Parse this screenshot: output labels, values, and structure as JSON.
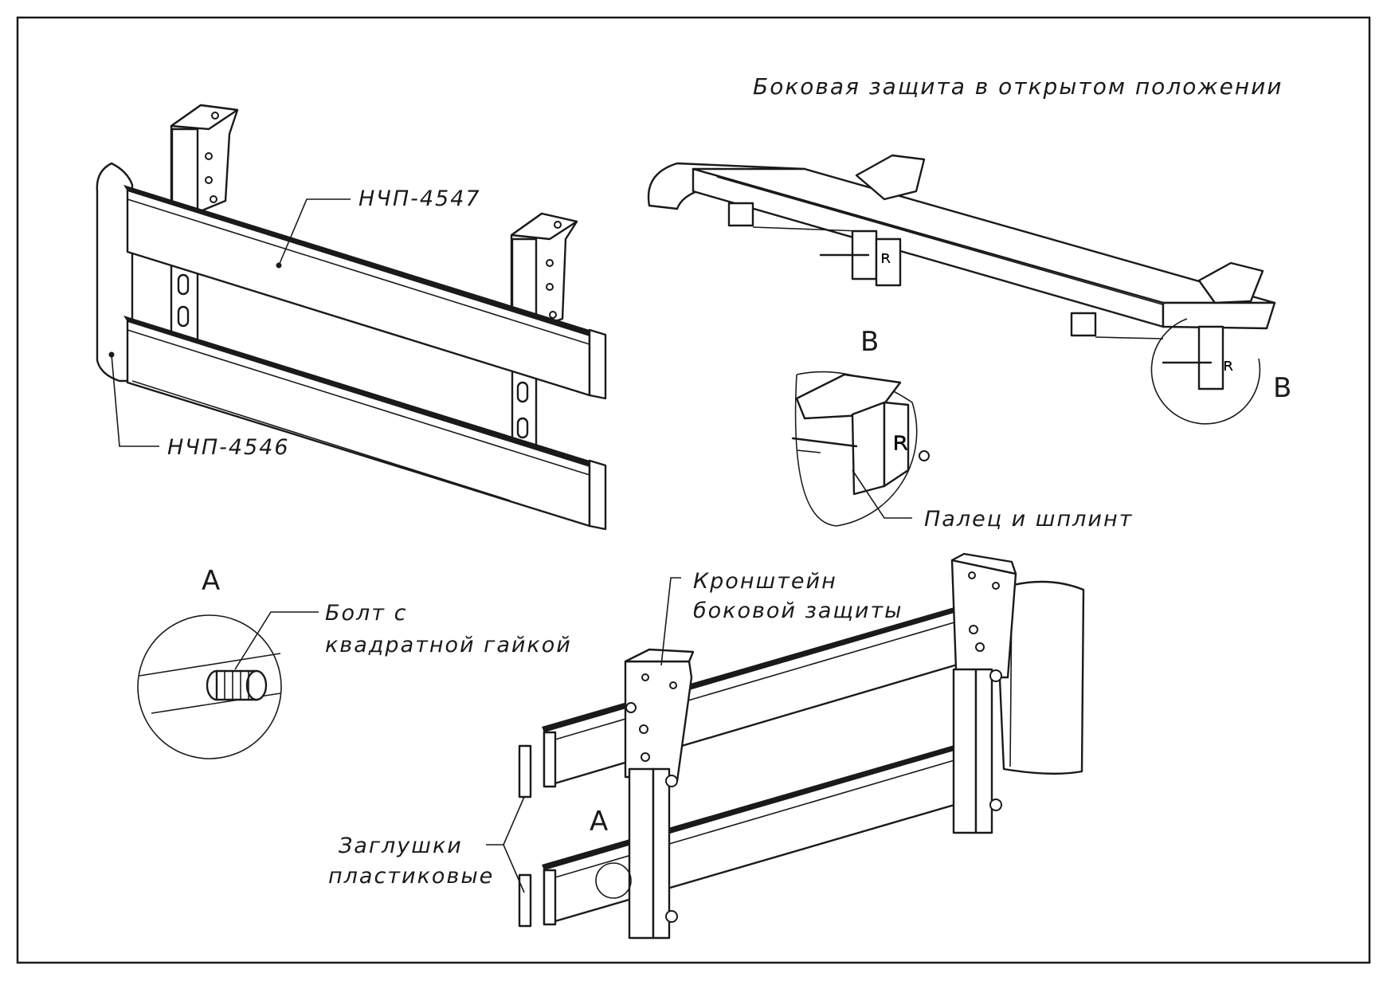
{
  "title": "Боковая защита в открытом положении",
  "callouts": {
    "part_upper": "НЧП-4547",
    "part_lower": "НЧП-4546",
    "pin": "Палец и шплинт",
    "bolt_line1": "Болт с",
    "bolt_line2": "квадратной гайкой",
    "bracket_line1": "Кронштейн",
    "bracket_line2": "боковой защиты",
    "plugs_line1": "Заглушки",
    "plugs_line2": "пластиковые"
  },
  "detail_markers": {
    "a_top": "A",
    "a_bottom": "A",
    "b_top": "B",
    "b_right": "B"
  },
  "colors": {
    "line": "#1a1a1a",
    "background": "#ffffff"
  }
}
